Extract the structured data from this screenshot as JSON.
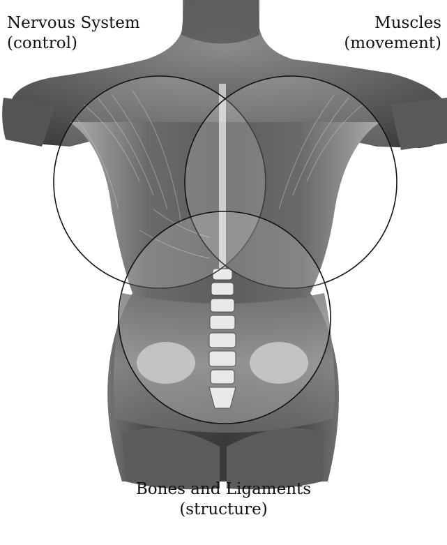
{
  "labels": {
    "nervous": {
      "title": "Nervous System",
      "subtitle": "(control)"
    },
    "muscles": {
      "title": "Muscles",
      "subtitle": "(movement)"
    },
    "bones": {
      "title": "Bones and Ligaments",
      "subtitle": "(structure)"
    }
  },
  "colors": {
    "skin_dark": "#3c3c3c",
    "skin_mid": "#7a7a7a",
    "skin_light": "#c8c8c8",
    "circle_stroke": "#111111"
  }
}
